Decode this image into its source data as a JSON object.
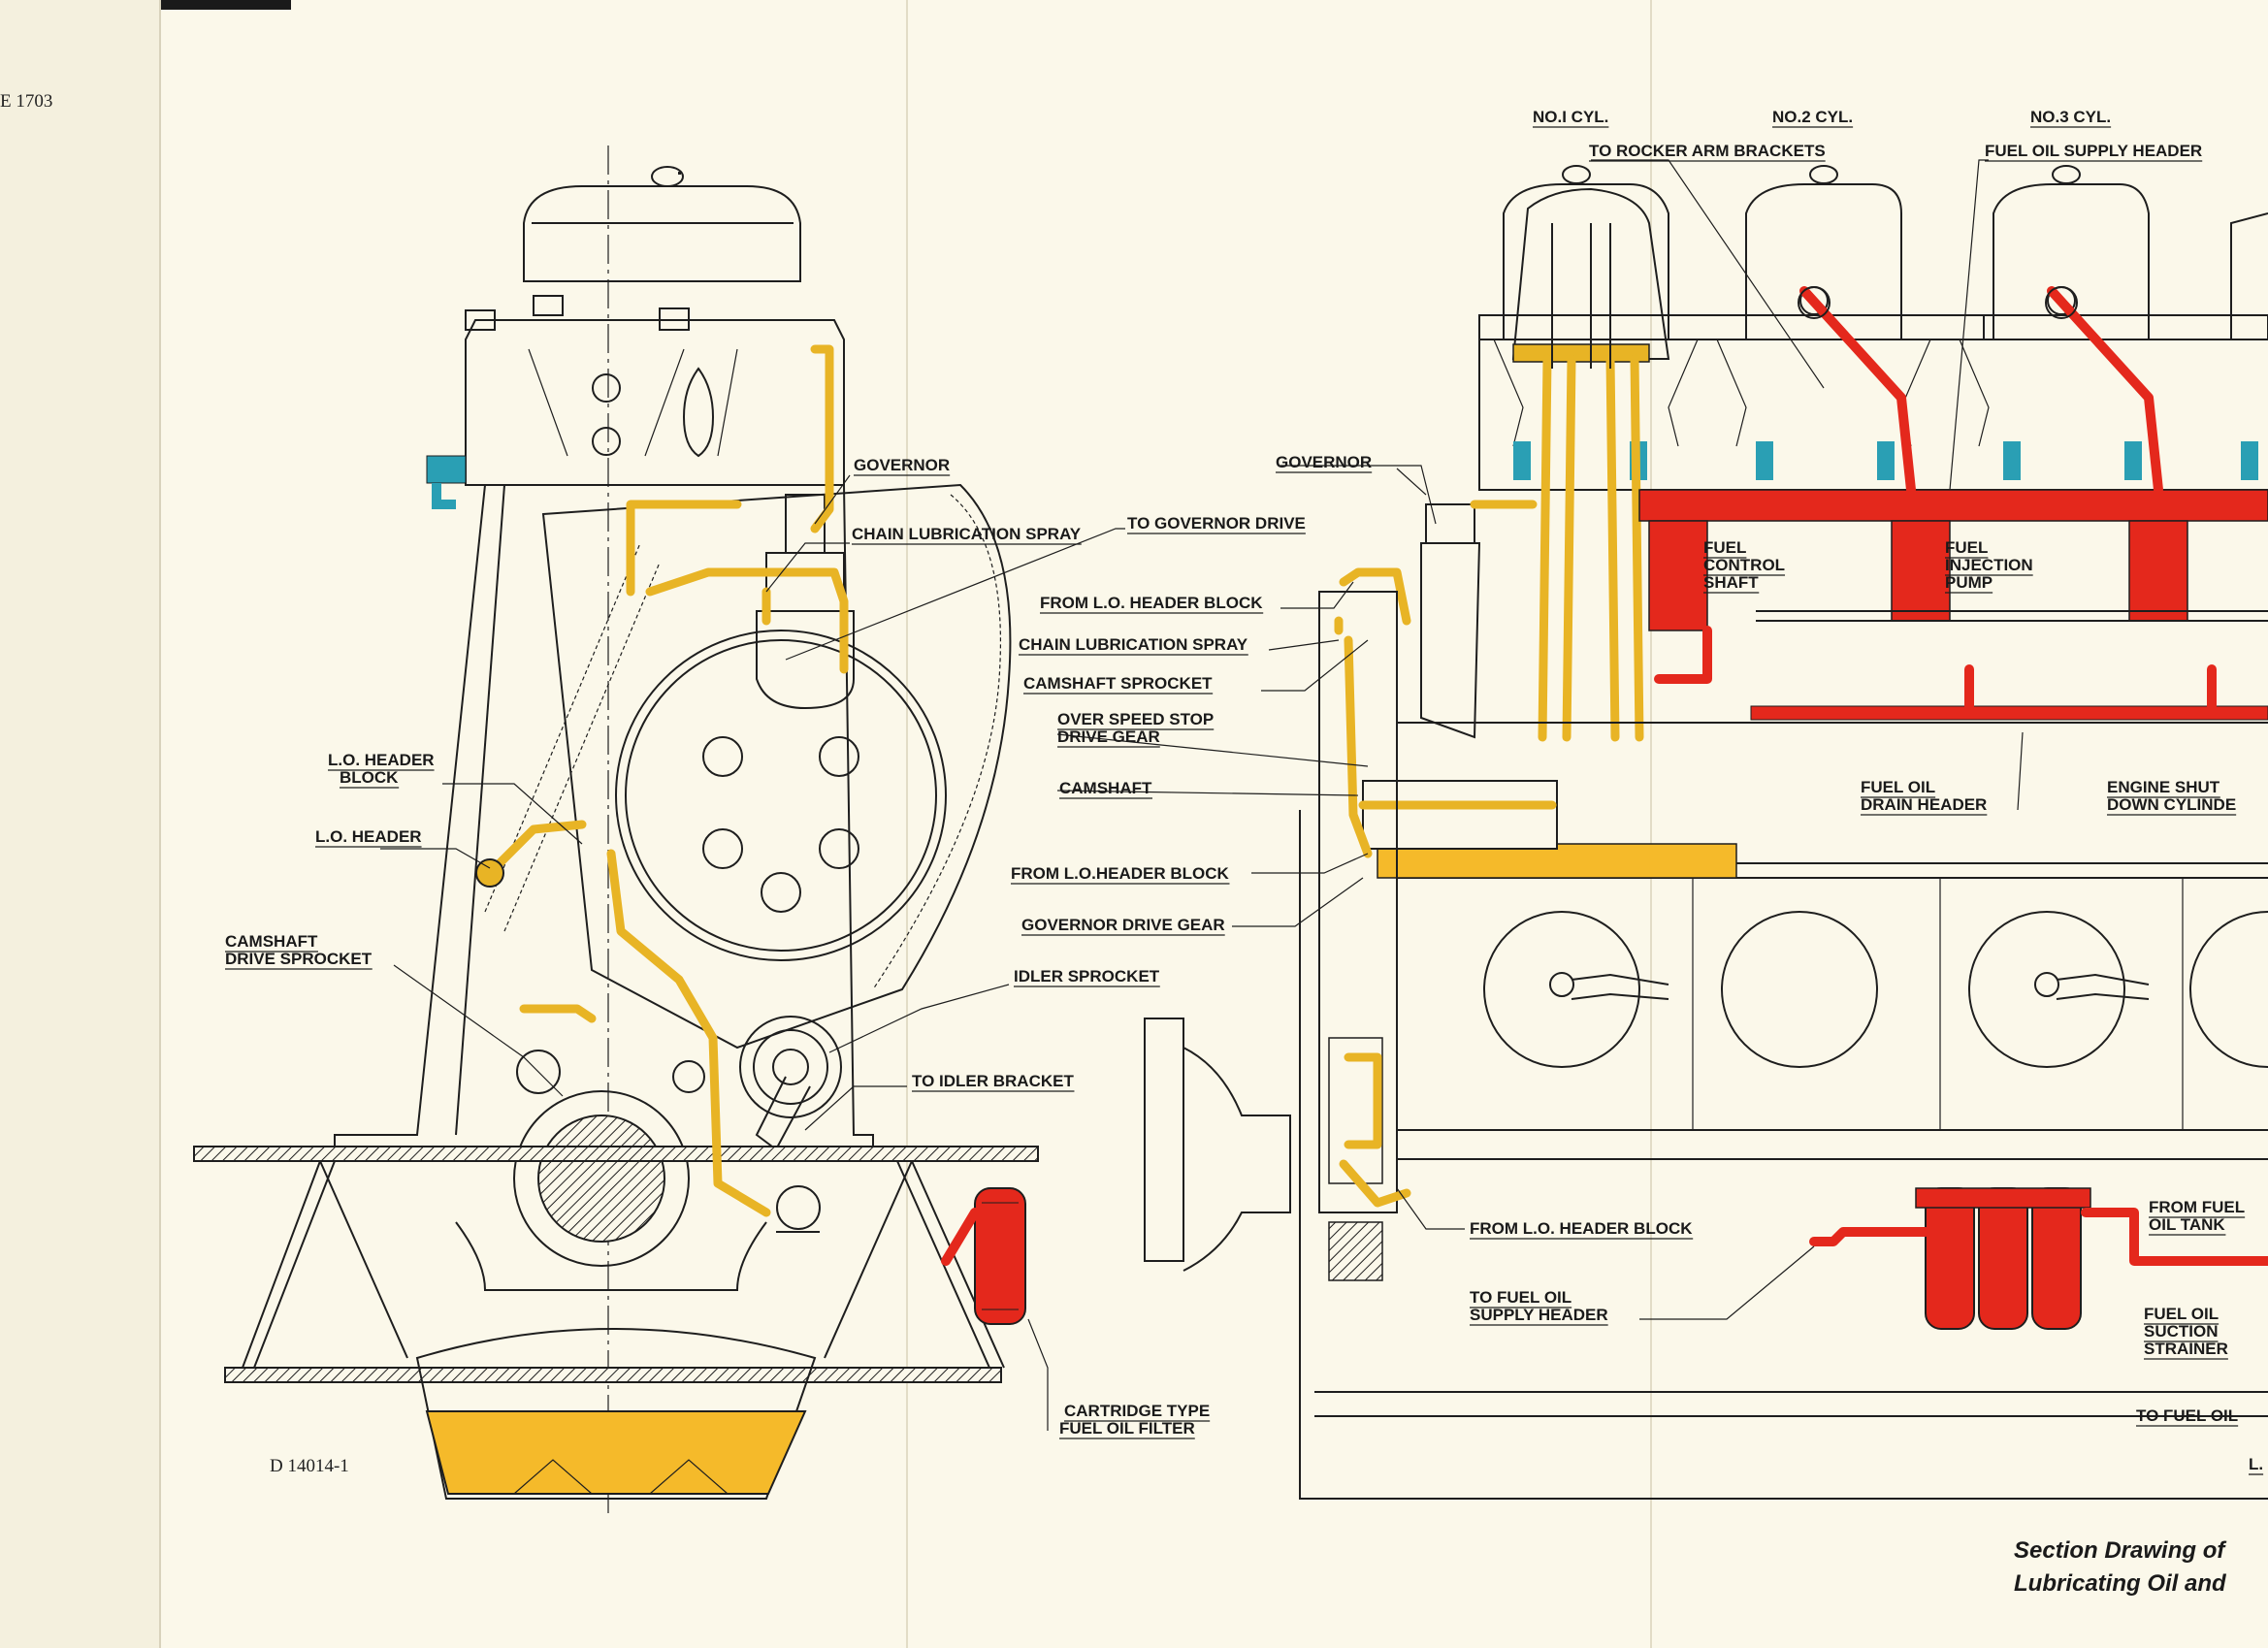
{
  "doc": {
    "page_ref": "E 1703",
    "drawing_no": "D 14014-1",
    "caption_line1": "Section Drawing of",
    "caption_line2": "Lubricating Oil and"
  },
  "labels": {
    "cyl1": "NO.I CYL.",
    "cyl2": "NO.2 CYL.",
    "cyl3": "NO.3 CYL.",
    "rocker": "TO ROCKER ARM BRACKETS",
    "fuel_supply_header": "FUEL OIL SUPPLY HEADER",
    "governor_left": "GOVERNOR",
    "chain_spray_left": "CHAIN LUBRICATION SPRAY",
    "to_governor_drive": "TO GOVERNOR DRIVE",
    "governor_right": "GOVERNOR",
    "from_lo_header_block_1": "FROM L.O. HEADER BLOCK",
    "chain_spray_right": "CHAIN LUBRICATION SPRAY",
    "camshaft_sprocket": "CAMSHAFT SPROCKET",
    "over_speed_1": "OVER SPEED STOP",
    "over_speed_2": "DRIVE GEAR",
    "camshaft": "CAMSHAFT",
    "from_lo_header_block_2": "FROM L.O.HEADER BLOCK",
    "governor_drive_gear": "GOVERNOR DRIVE GEAR",
    "idler_sprocket": "IDLER SPROCKET",
    "to_idler_bracket": "TO IDLER BRACKET",
    "lo_header_block_1": "L.O. HEADER",
    "lo_header_block_2": "BLOCK",
    "lo_header": "L.O. HEADER",
    "camshaft_drive_1": "CAMSHAFT",
    "camshaft_drive_2": "DRIVE SPROCKET",
    "cartridge_1": "CARTRIDGE TYPE",
    "cartridge_2": "FUEL OIL FILTER",
    "fuel_control_1": "FUEL",
    "fuel_control_2": "CONTROL",
    "fuel_control_3": "SHAFT",
    "fuel_injection_1": "FUEL",
    "fuel_injection_2": "INJECTION",
    "fuel_injection_3": "PUMP",
    "fuel_drain_1": "FUEL OIL",
    "fuel_drain_2": "DRAIN HEADER",
    "shutdown_1": "ENGINE SHUT",
    "shutdown_2": "DOWN CYLINDE",
    "from_lo_header_block_3": "FROM L.O. HEADER BLOCK",
    "to_fuel_supply_1": "TO FUEL OIL",
    "to_fuel_supply_2": "SUPPLY HEADER",
    "from_fuel_tank_1": "FROM FUEL",
    "from_fuel_tank_2": "OIL TANK",
    "suction_1": "FUEL OIL",
    "suction_2": "SUCTION",
    "suction_3": "STRAINER",
    "to_fuel_oil": "TO FUEL OIL",
    "lo_cut": "L."
  },
  "colors": {
    "paper": "#fbf8ea",
    "lube_oil": "#e8b425",
    "fuel_oil": "#e4281c",
    "cooling": "#2a9fb4",
    "ink": "#1e1e1e"
  }
}
